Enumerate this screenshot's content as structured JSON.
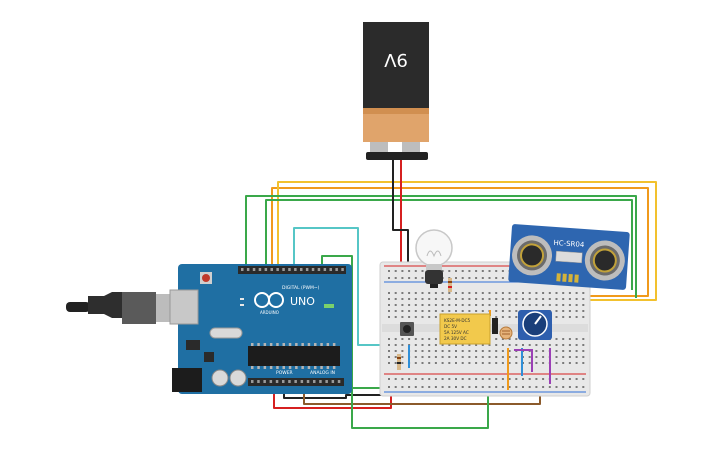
{
  "battery": {
    "label": "9V",
    "body_color": "#2b2b2b",
    "cap_color": "#e0a46b"
  },
  "arduino": {
    "logo_text": "UNO",
    "brand": "ARDUINO",
    "digital_header": "DIGITAL (PWM~)",
    "power_label": "POWER",
    "analog_label": "ANALOG IN",
    "board_color": "#1f6fa3"
  },
  "sensor": {
    "label": "HC-SR04",
    "board_color": "#2e66b0"
  },
  "relay": {
    "lines": [
      "KS2E-M-DC5",
      "DC 5V",
      "5A 125V AC",
      "2A 30V DC"
    ],
    "color": "#f2c94c"
  },
  "breadboard": {
    "color": "#e8e8e8"
  },
  "wires": {
    "red": "#d62020",
    "black": "#222222",
    "green": "#3aa84a",
    "orange": "#f09a1c",
    "yellow": "#f2c12e",
    "teal": "#56c6c6",
    "blue": "#2f8fd8",
    "brown": "#8b5a2b",
    "purple": "#9b3fb5"
  }
}
